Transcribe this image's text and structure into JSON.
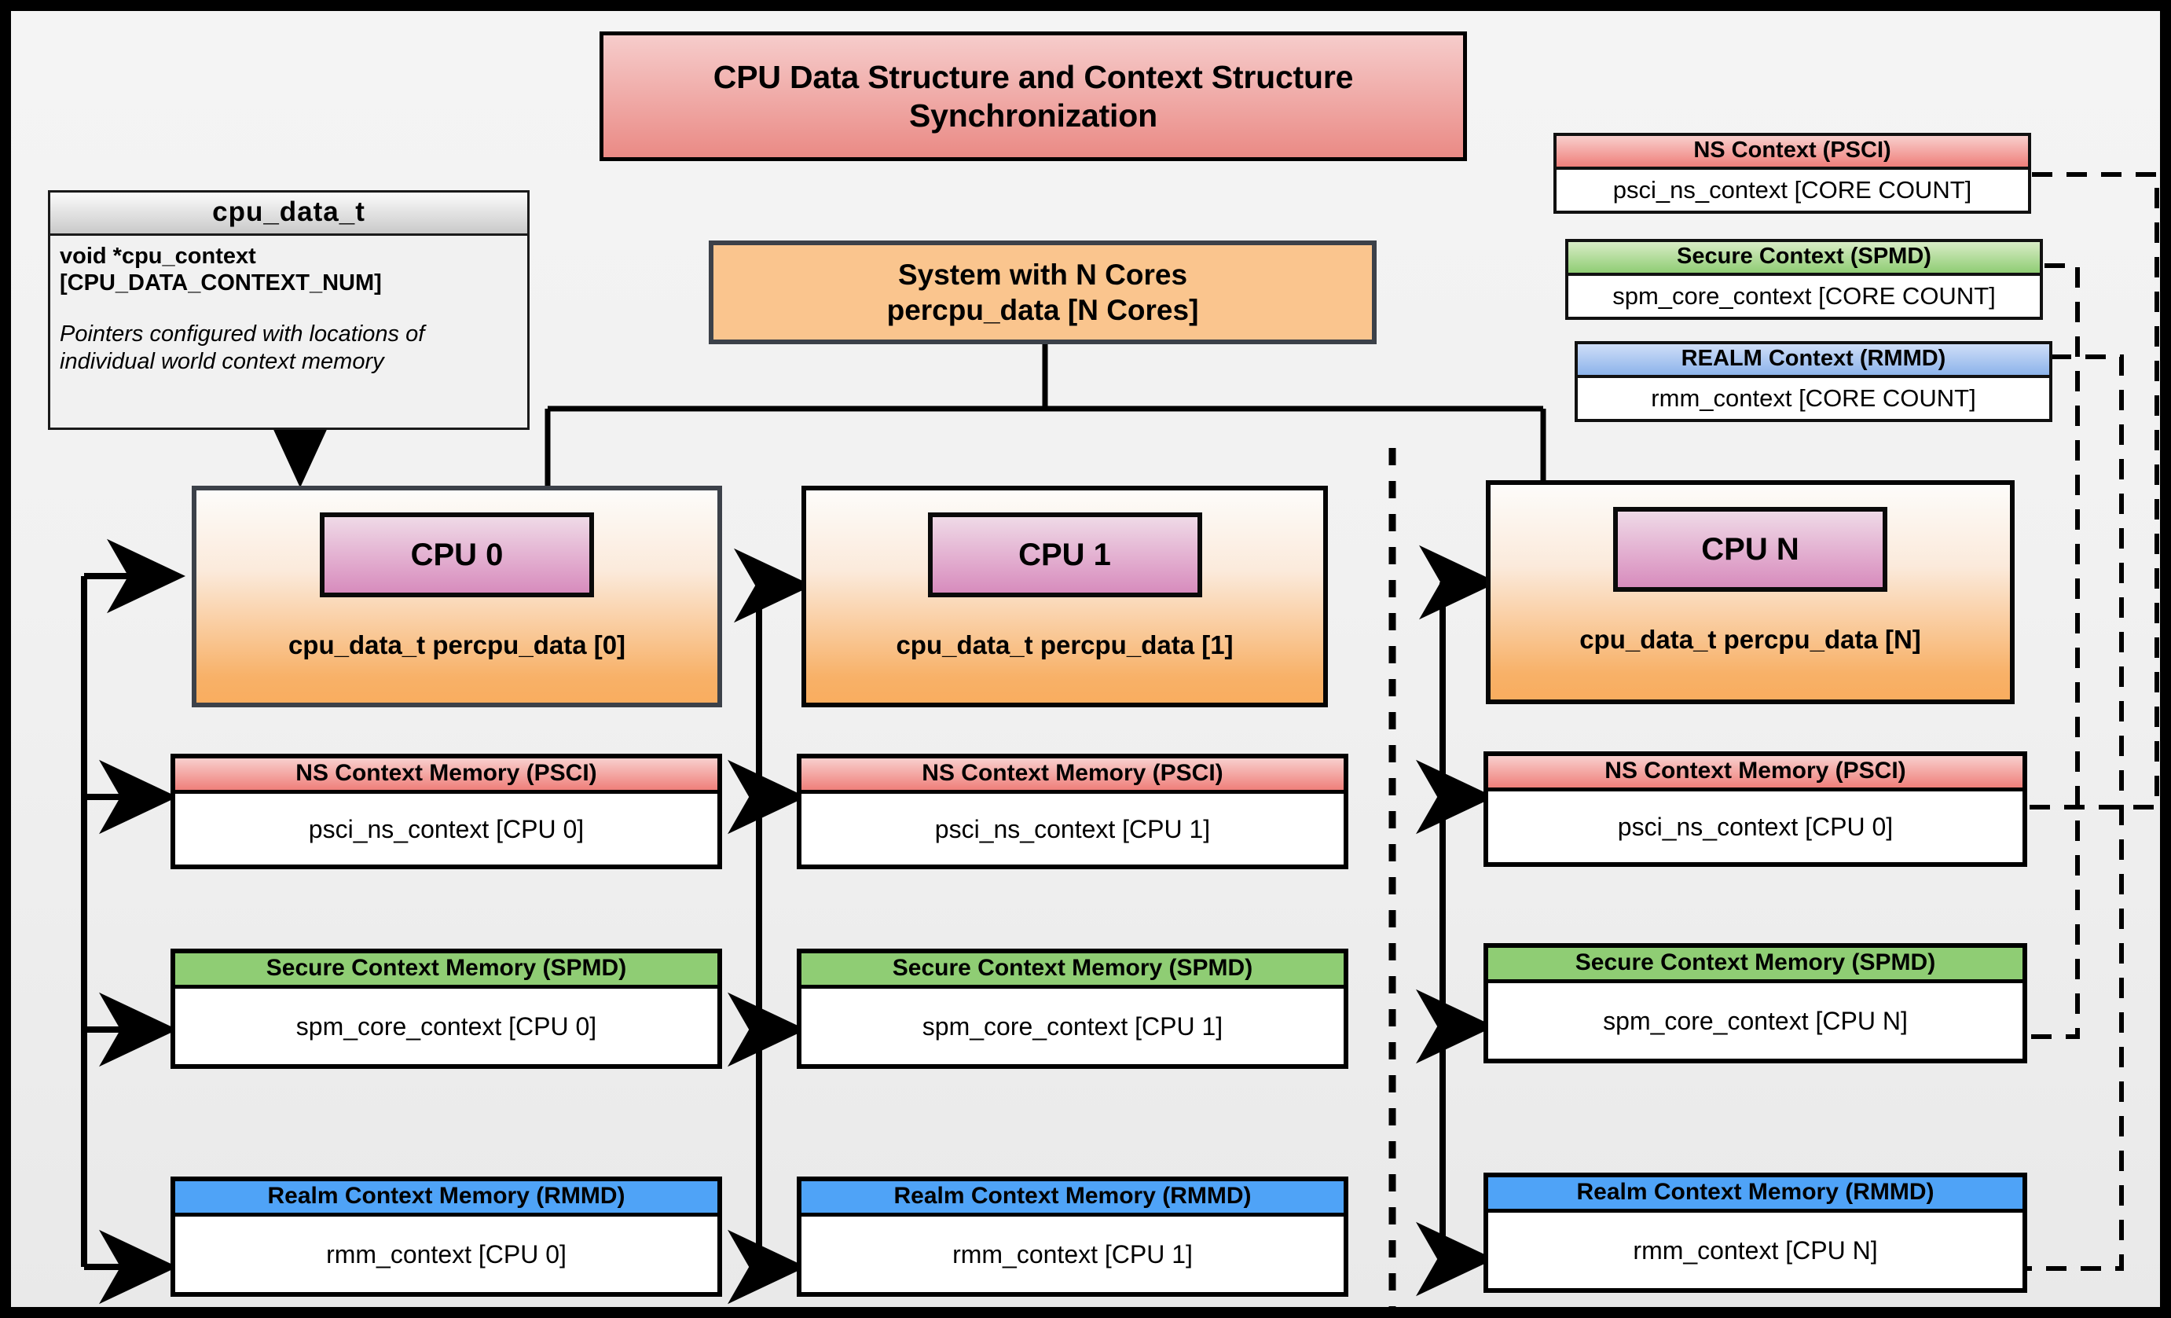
{
  "page": {
    "title": "CPU Data Structure and Context Structure Synchronization",
    "background_color": "#f2f2f2",
    "border_color": "#000000"
  },
  "cpu_data_struct": {
    "header": "cpu_data_t",
    "field": "void  *cpu_context [CPU_DATA_CONTEXT_NUM]",
    "note": "Pointers configured with locations of individual world context memory"
  },
  "system": {
    "line1": "System with N Cores",
    "line2": "percpu_data [N Cores]",
    "fill": "#fac58e"
  },
  "legend": [
    {
      "header": "NS Context  (PSCI)",
      "body": "psci_ns_context [CORE COUNT]",
      "color": "#ef7f7a"
    },
    {
      "header": "Secure Context (SPMD)",
      "body": "spm_core_context [CORE COUNT]",
      "color": "#8fcd74"
    },
    {
      "header": "REALM Context (RMMD)",
      "body": "rmm_context [CORE COUNT]",
      "color": "#8cb3ea"
    }
  ],
  "columns": [
    {
      "chip": "CPU 0",
      "array": "cpu_data_t percpu_data [0]",
      "contexts": [
        {
          "header": "NS Context Memory (PSCI)",
          "body": "psci_ns_context [CPU 0]",
          "color": "#ef7f7a"
        },
        {
          "header": "Secure Context Memory (SPMD)",
          "body": "spm_core_context [CPU 0]",
          "color": "#8fcd74"
        },
        {
          "header": "Realm Context Memory (RMMD)",
          "body": "rmm_context [CPU 0]",
          "color": "#4fa3f7"
        }
      ]
    },
    {
      "chip": "CPU 1",
      "array": "cpu_data_t percpu_data [1]",
      "contexts": [
        {
          "header": "NS Context Memory (PSCI)",
          "body": "psci_ns_context [CPU 1]",
          "color": "#ef7f7a"
        },
        {
          "header": "Secure Context Memory (SPMD)",
          "body": "spm_core_context [CPU 1]",
          "color": "#8fcd74"
        },
        {
          "header": "Realm Context Memory (RMMD)",
          "body": "rmm_context [CPU 1]",
          "color": "#4fa3f7"
        }
      ]
    },
    {
      "chip": "CPU N",
      "array": "cpu_data_t percpu_data [N]",
      "contexts": [
        {
          "header": "NS Context Memory (PSCI)",
          "body": "psci_ns_context [CPU 0]",
          "color": "#ef7f7a"
        },
        {
          "header": "Secure Context Memory (SPMD)",
          "body": "spm_core_context [CPU N]",
          "color": "#8fcd74"
        },
        {
          "header": "Realm Context Memory (RMMD)",
          "body": "rmm_context [CPU N]",
          "color": "#4fa3f7"
        }
      ]
    }
  ]
}
